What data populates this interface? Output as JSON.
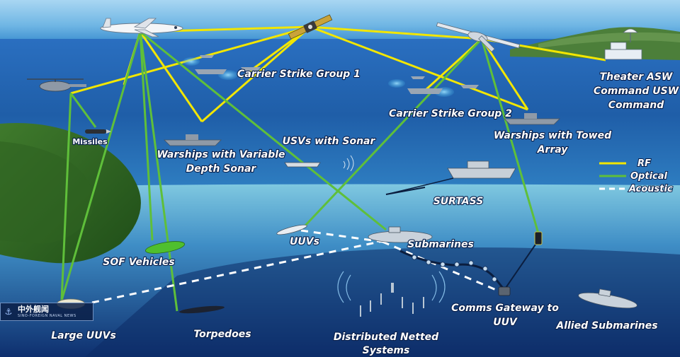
{
  "labels": {
    "csg1": "Carrier Strike Group 1",
    "csg2": "Carrier Strike Group 2",
    "theater_line1": "Theater ASW",
    "theater_line2": "Command USW",
    "theater_line3": "Command",
    "warships_vds_line1": "Warships with Variable",
    "warships_vds_line2": "Depth Sonar",
    "usvs_sonar": "USVs with Sonar",
    "warships_towed_line1": "Warships with Towed",
    "warships_towed_line2": "Array",
    "surtass": "SURTASS",
    "missiles": "Missiles",
    "uuvs": "UUVs",
    "submarines": "Submarines",
    "sof": "SOF Vehicles",
    "comms_line1": "Comms Gateway to",
    "comms_line2": "UUV",
    "large_uuvs": "Large UUVs",
    "torpedoes": "Torpedoes",
    "distributed_line1": "Distributed Netted",
    "distributed_line2": "Systems",
    "allied": "Allied Submarines"
  },
  "legend": {
    "items": [
      {
        "label": "RF",
        "color": "#f2e600",
        "style": "solid"
      },
      {
        "label": "Optical",
        "color": "#5fbf3a",
        "style": "solid"
      },
      {
        "label": "Acoustic",
        "color": "#ffffff",
        "style": "dashed"
      }
    ]
  },
  "logo": {
    "cn_text": "中外舰闻",
    "en_text": "SINO-FOREIGN NAVAL NEWS"
  },
  "colors": {
    "rf": "#f2e600",
    "optical": "#5fbf3a",
    "acoustic": "#ffffff"
  },
  "icons": [
    "p8-aircraft-icon",
    "satellite-icon",
    "uav-icon",
    "helicopter-icon",
    "radar-station-icon",
    "warship-icon",
    "carrier-icon",
    "submarine-icon",
    "uuv-icon",
    "torpedo-icon",
    "sensor-node-icon",
    "buoy-icon",
    "comms-gateway-icon",
    "missile-icon",
    "usv-icon",
    "surtass-ship-icon"
  ]
}
